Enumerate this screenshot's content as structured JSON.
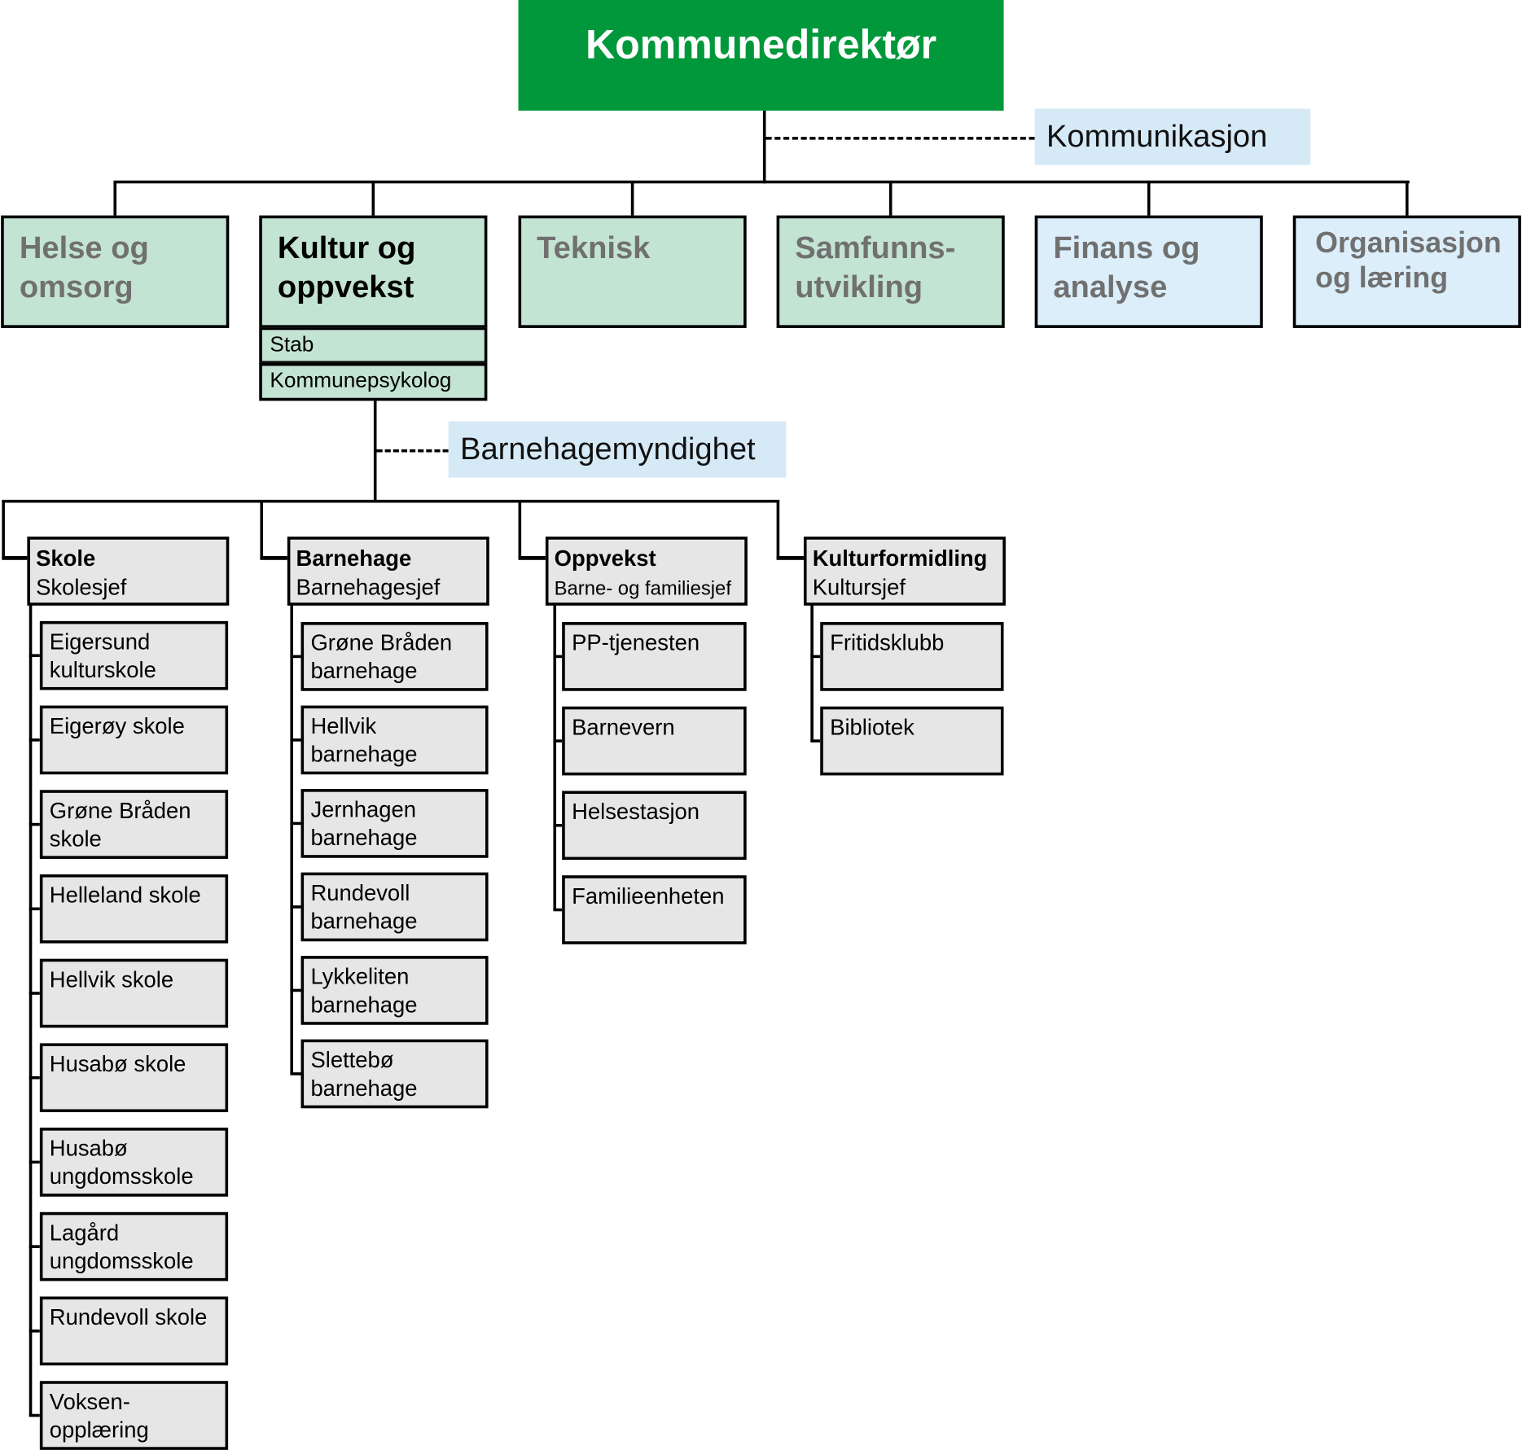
{
  "director": "Kommunedirektør",
  "staff_top": "Kommunikasjon",
  "staff_kultur": "Barnehagemyndighet",
  "colors": {
    "director": "#00983a",
    "green_dept": "#c3e3d3",
    "blue_dept": "#dceefa",
    "unit": "#e6e6e6",
    "staff": "#d6e9f7"
  },
  "departments": [
    {
      "line1": "Helse og",
      "line2": "omsorg"
    },
    {
      "line1": "Kultur og",
      "line2": "oppvekst"
    },
    {
      "line1": "Teknisk",
      "line2": ""
    },
    {
      "line1": "Samfunns-",
      "line2": "utvikling"
    },
    {
      "line1": "Finans og",
      "line2": "analyse"
    },
    {
      "line1": "Organisasjon",
      "line2": "og læring"
    }
  ],
  "kultur_sub": [
    "Stab",
    "Kommunepsykolog"
  ],
  "units": [
    {
      "title": "Skole",
      "leader": "Skolesjef",
      "children": [
        "Eigersund kulturskole",
        "Eigerøy skole",
        "Grøne Bråden skole",
        "Helleland skole",
        "Hellvik skole",
        "Husabø skole",
        "Husabø ungdomsskole",
        "Lagård ungdomsskole",
        "Rundevoll skole",
        "Voksen-opplæring"
      ]
    },
    {
      "title": "Barnehage",
      "leader": "Barnehagesjef",
      "children": [
        "Grøne Bråden barnehage",
        "Hellvik barnehage",
        "Jernhagen barnehage",
        "Rundevoll barnehage",
        "Lykkeliten barnehage",
        "Slettebø barnehage"
      ]
    },
    {
      "title": "Oppvekst",
      "leader": "Barne- og familiesjef",
      "children": [
        "PP-tjenesten",
        "Barnevern",
        "Helsestasjon",
        "Familieenheten"
      ]
    },
    {
      "title": "Kulturformidling",
      "leader": "Kultursjef",
      "children": [
        "Fritidsklubb",
        "Bibliotek"
      ]
    }
  ]
}
